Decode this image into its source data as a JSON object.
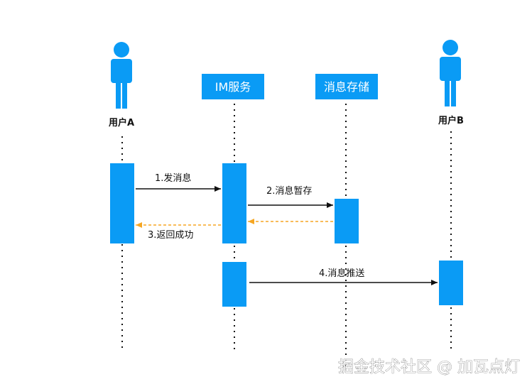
{
  "colors": {
    "accent": "#0A9BF5",
    "return_arrow": "#F5A623",
    "line": "#111111"
  },
  "participants": {
    "user_a": {
      "label": "用户A",
      "icon": "person-icon"
    },
    "im_service": {
      "label": "IM服务"
    },
    "message_store": {
      "label": "消息存储"
    },
    "user_b": {
      "label": "用户B",
      "icon": "person-icon"
    }
  },
  "messages": [
    {
      "label": "1.发消息",
      "style": "solid"
    },
    {
      "label": "2.消息暂存",
      "style": "solid"
    },
    {
      "label": "3.返回成功",
      "style": "dashed"
    },
    {
      "label": "4.消息推送",
      "style": "solid"
    }
  ],
  "watermark": "掘金技术社区 @ 加瓦点灯"
}
